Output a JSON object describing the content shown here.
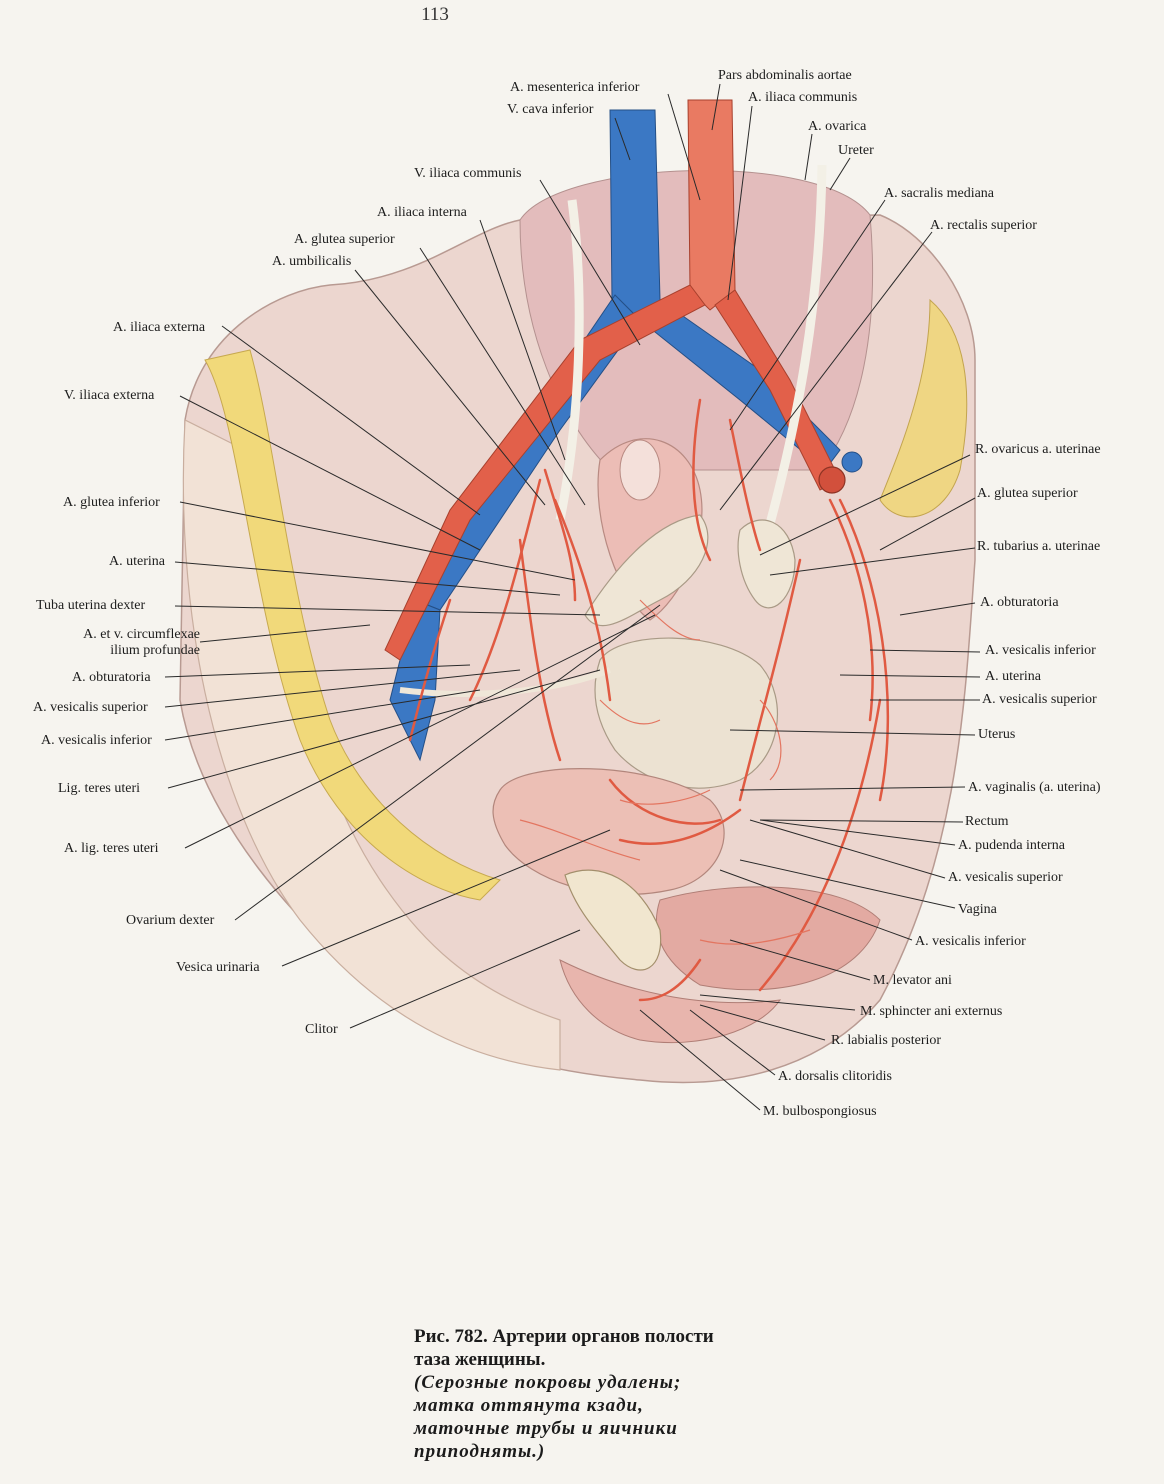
{
  "page_number": "113",
  "labels": {
    "mesenterica_inf": "A. mesenterica inferior",
    "pars_abdominalis": "Pars abdominalis aortae",
    "cava_inf": "V. cava inferior",
    "iliaca_communis_a": "A. iliaca communis",
    "ovarica": "A. ovarica",
    "ureter": "Ureter",
    "v_iliaca_communis": "V. iliaca communis",
    "sacralis_mediana": "A. sacralis mediana",
    "iliaca_interna": "A. iliaca interna",
    "rectalis_sup": "A. rectalis superior",
    "glutea_sup_left": "A. glutea superior",
    "umbilicalis": "A. umbilicalis",
    "iliaca_externa_a": "A. iliaca externa",
    "v_iliaca_externa": "V. iliaca externa",
    "ovaricus_uterinae": "R. ovaricus a. uterinae",
    "glutea_sup_right": "A. glutea superior",
    "glutea_inf": "A. glutea inferior",
    "tubarius_uterinae": "R. tubarius a. uterinae",
    "uterina_left": "A. uterina",
    "tuba_uterina_dexter": "Tuba uterina dexter",
    "obturatoria_right": "A. obturatoria",
    "circumflexae_1": "A. et v. circumflexae",
    "circumflexae_2": "ilium profundae",
    "vesicalis_inf_right1": "A. vesicalis inferior",
    "obturatoria_left": "A. obturatoria",
    "uterina_right": "A. uterina",
    "vesicalis_sup_left": "A. vesicalis superior",
    "vesicalis_sup_right1": "A. vesicalis superior",
    "vesicalis_inf_left": "A. vesicalis inferior",
    "uterus": "Uterus",
    "lig_teres": "Lig. teres uteri",
    "vaginalis": "A. vaginalis (a. uterina)",
    "rectum": "Rectum",
    "a_lig_teres": "A. lig. teres uteri",
    "pudenda_interna": "A. pudenda interna",
    "vesicalis_sup_right2": "A. vesicalis superior",
    "ovarium_dexter": "Ovarium dexter",
    "vagina": "Vagina",
    "vesicalis_inf_right2": "A. vesicalis inferior",
    "vesica_urinaria": "Vesica urinaria",
    "levator_ani": "M. levator ani",
    "sphincter_ani": "M. sphincter ani externus",
    "clitor": "Clitor",
    "labialis_post": "R. labialis posterior",
    "dorsalis_clitoridis": "A. dorsalis clitoridis",
    "bulbospongiosus": "M. bulbospongiosus"
  },
  "caption": {
    "title_line1": "Рис.  782. Артерии органов полости",
    "title_line2": "таза женщины.",
    "note_line1": "(Серозные покровы удалены;",
    "note_line2": "матка оттянута кзади,",
    "note_line3": "маточные трубы и яичники",
    "note_line4": "приподняты.)"
  },
  "colors": {
    "artery": "#e05a42",
    "vein": "#3b78c4",
    "tissue": "#e8c8c4",
    "bone": "#f0dc82",
    "organ": "#efe6d6"
  }
}
